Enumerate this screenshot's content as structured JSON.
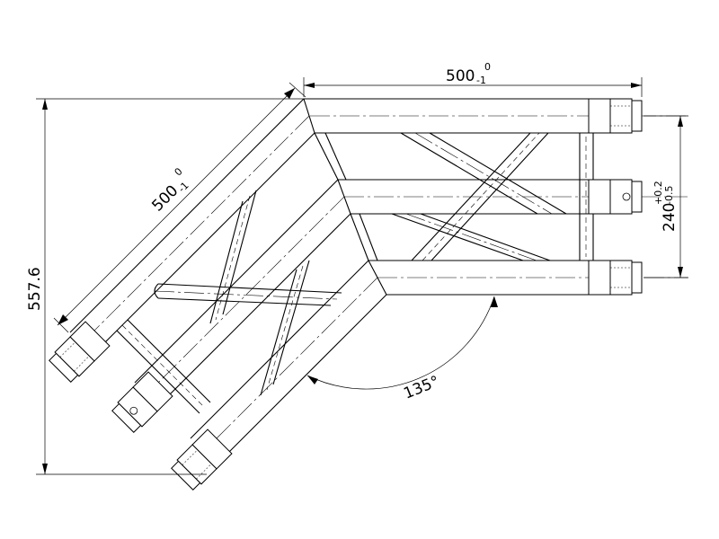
{
  "dimensions": {
    "top_length": {
      "value": "500",
      "upper_tol": "0",
      "lower_tol": "-1"
    },
    "diagonal_length": {
      "value": "500",
      "upper_tol": "0",
      "lower_tol": "-1"
    },
    "height": {
      "value": "557.6"
    },
    "spacing": {
      "value": "240",
      "upper_tol": "+0.2",
      "lower_tol": "-0.5"
    },
    "angle": {
      "value": "135°"
    }
  }
}
